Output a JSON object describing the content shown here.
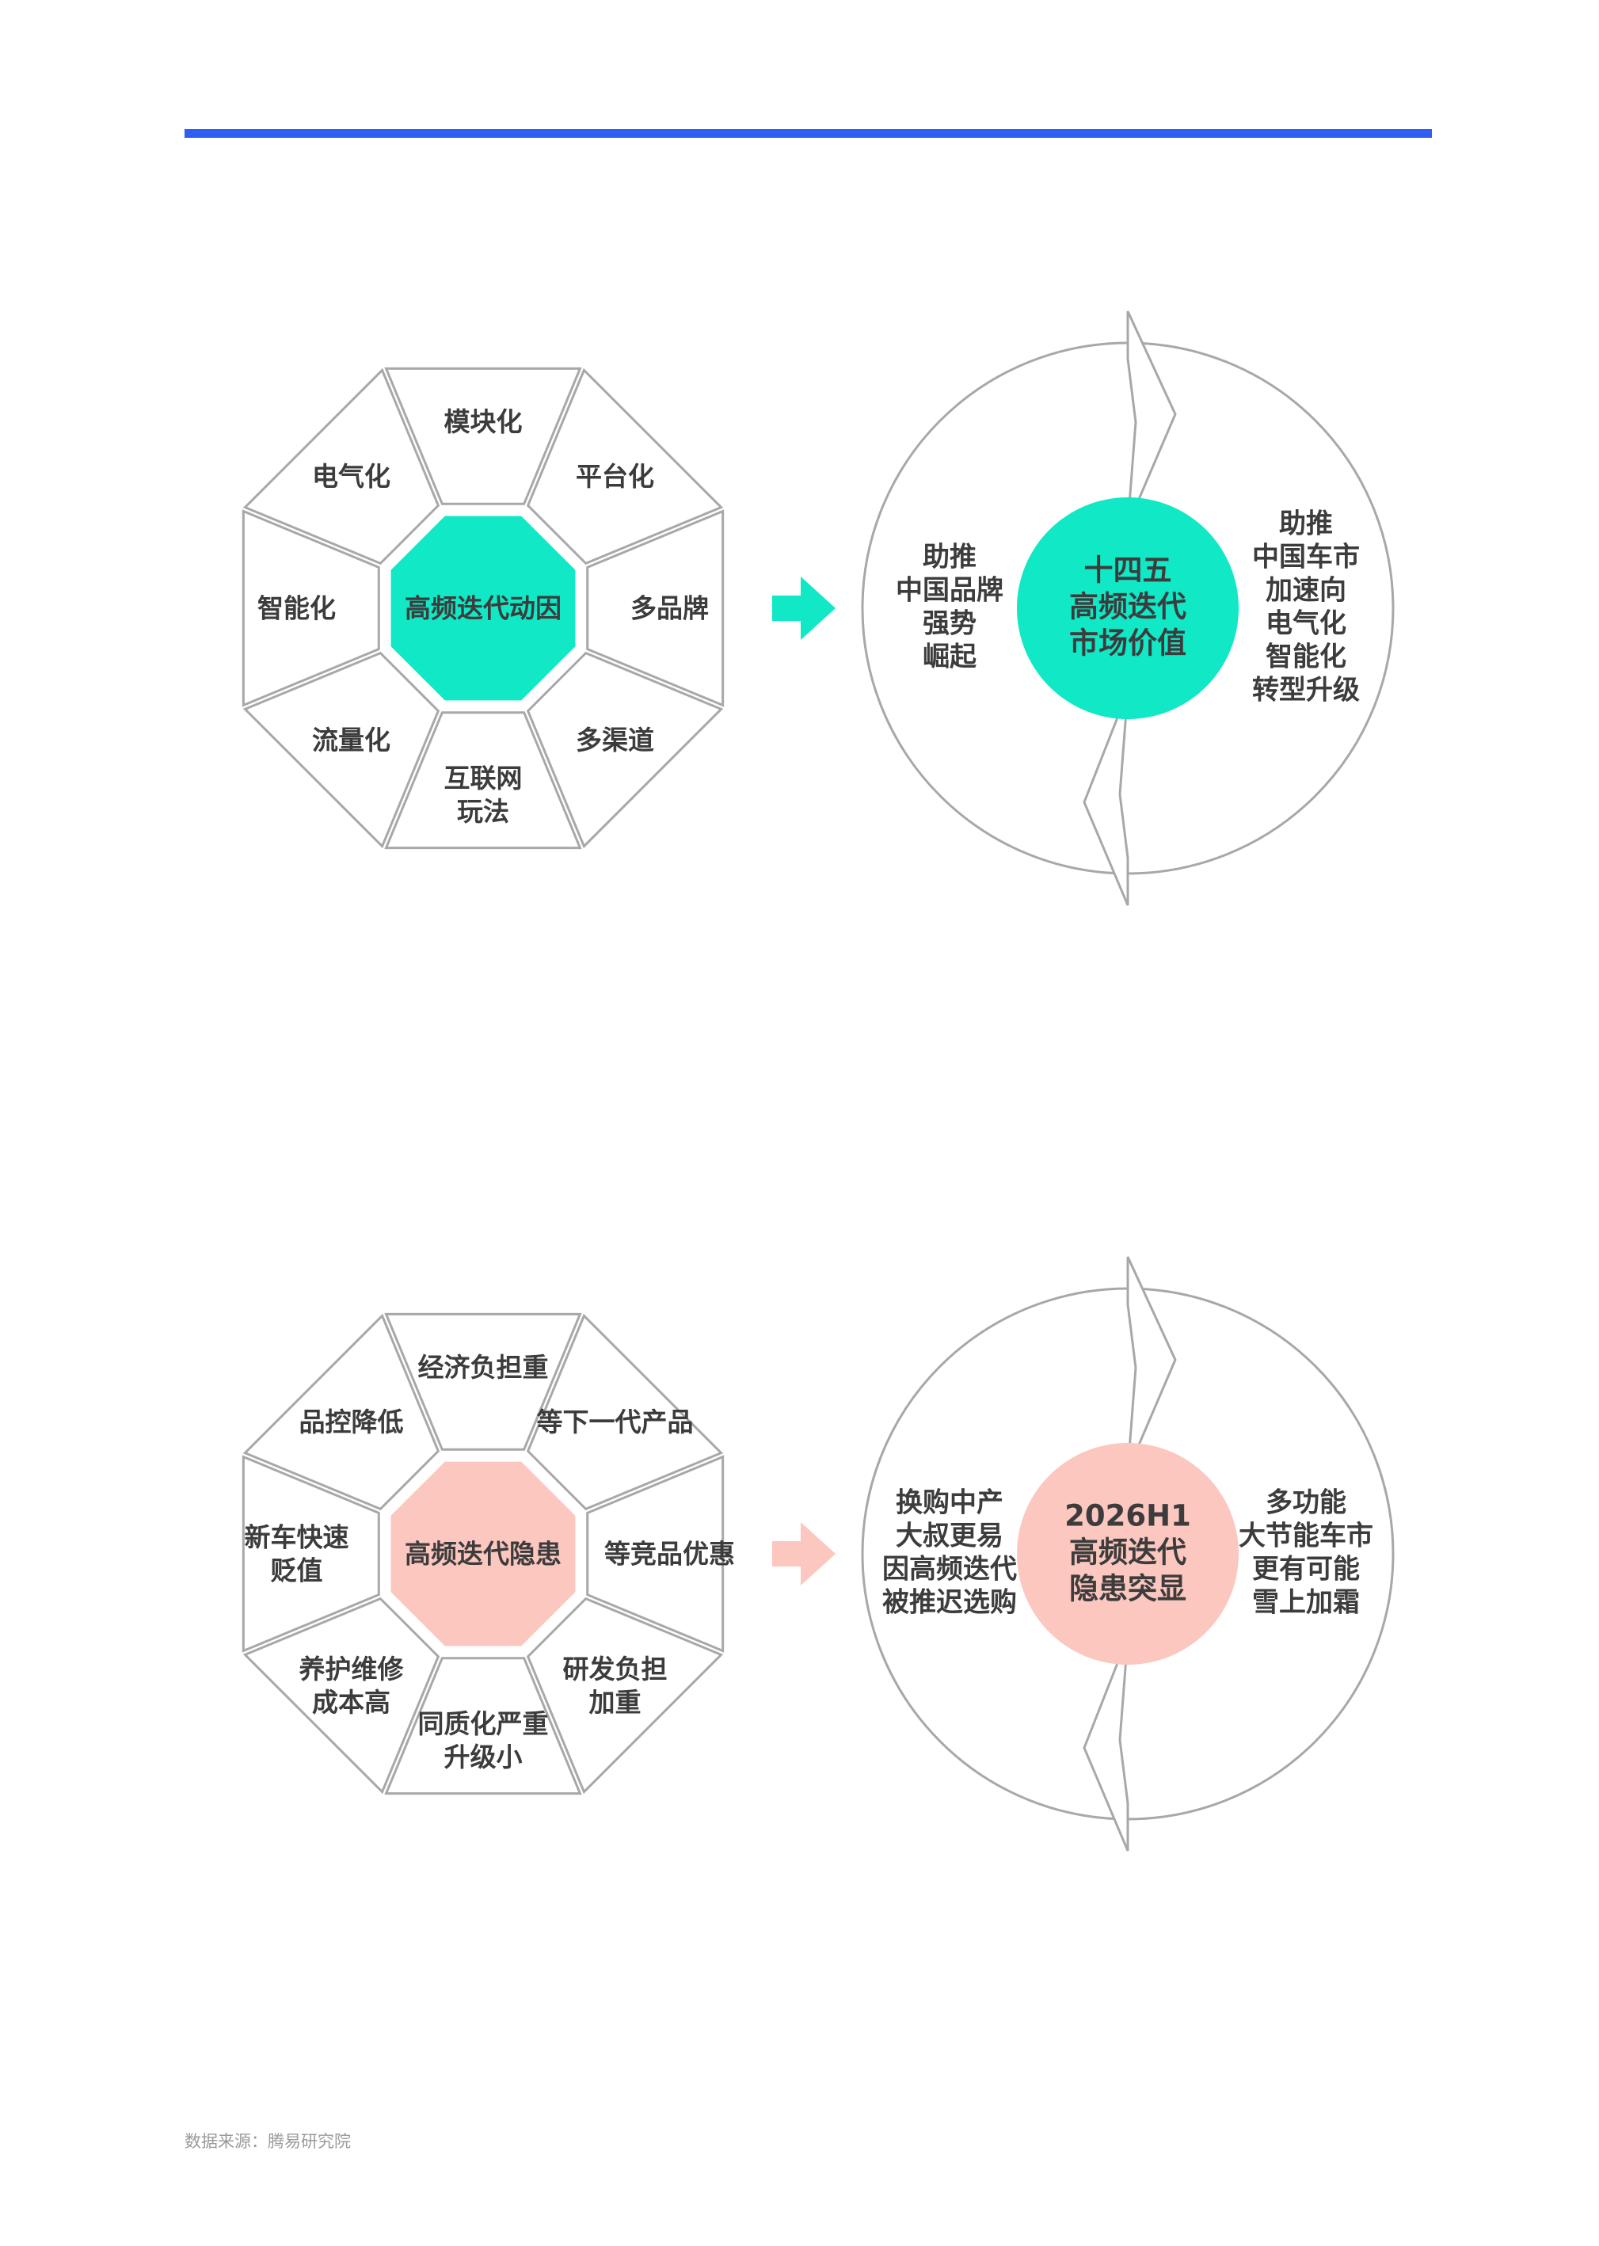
{
  "colors": {
    "top_bar": "#2f5ef0",
    "panel1_accent": "#10e8c6",
    "panel2_accent": "#fbc7bf",
    "outline": "#a8a8a8",
    "text": "#3c3c3c"
  },
  "panel1": {
    "center_label": "高频迭代动因",
    "segments": {
      "top": [
        "模块化"
      ],
      "top_right": [
        "平台化"
      ],
      "right": [
        "多品牌"
      ],
      "bottom_right": [
        "多渠道"
      ],
      "bottom": [
        "互联网",
        "玩法"
      ],
      "bottom_left": [
        "流量化"
      ],
      "left": [
        "智能化"
      ],
      "top_left": [
        "电气化"
      ]
    },
    "arrow_icon": "right-arrow-icon",
    "circle_center": [
      "十四五",
      "高频迭代",
      "市场价值"
    ],
    "circle_left": [
      "助推",
      "中国品牌",
      "强势",
      "崛起"
    ],
    "circle_right": [
      "助推",
      "中国车市",
      "加速向",
      "电气化",
      "智能化",
      "转型升级"
    ]
  },
  "panel2": {
    "center_label": "高频迭代隐患",
    "segments": {
      "top": [
        "经济负担重"
      ],
      "top_right": [
        "等下一代产品"
      ],
      "right": [
        "等竞品优惠"
      ],
      "bottom_right": [
        "研发负担",
        "加重"
      ],
      "bottom": [
        "同质化严重",
        "升级小"
      ],
      "bottom_left": [
        "养护维修",
        "成本高"
      ],
      "left": [
        "新车快速",
        "贬值"
      ],
      "top_left": [
        "品控降低"
      ]
    },
    "arrow_icon": "right-arrow-icon",
    "circle_center": [
      "2026H1",
      "高频迭代",
      "隐患突显"
    ],
    "circle_left": [
      "换购中产",
      "大叔更易",
      "因高频迭代",
      "被推迟选购"
    ],
    "circle_right": [
      "多功能",
      "大节能车市",
      "更有可能",
      "雪上加霜"
    ]
  },
  "source": "数据来源：腾易研究院"
}
